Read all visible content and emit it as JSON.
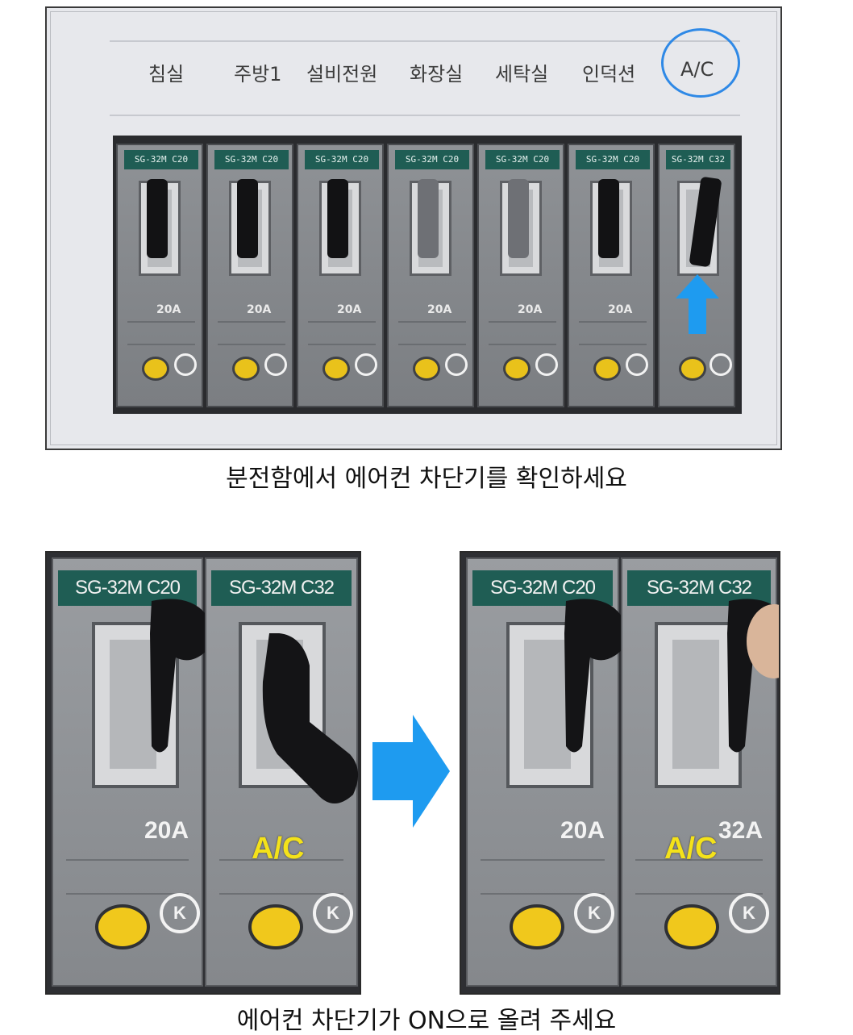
{
  "top_panel": {
    "labels": [
      "침실",
      "주방1",
      "설비전원",
      "화장실",
      "세탁실",
      "인덕션",
      "A/C"
    ],
    "breaker_rating": "20A",
    "highlight_color": "#2f89e6"
  },
  "captions": {
    "top": "분전함에서 에어컨 차단기를 확인하세요",
    "bottom": "에어컨 차단기가 ON으로 올려 주세요"
  },
  "before_photo": {
    "left_breaker": {
      "model": "SG-32M C20",
      "rating": "20A"
    },
    "right_breaker": {
      "model": "SG-32M C32",
      "rating": ""
    },
    "overlay": "A/C",
    "lever_state": "OFF"
  },
  "after_photo": {
    "left_breaker": {
      "model": "SG-32M C20",
      "rating": "20A"
    },
    "right_breaker": {
      "model": "SG-32M C32",
      "rating": "32A"
    },
    "overlay": "A/C",
    "lever_state": "ON"
  },
  "colors": {
    "arrow": "#1e9bf0",
    "overlay_text": "#f4e21a",
    "test_button": "#f0c81c"
  },
  "icons": [
    "blue-up-arrow-icon",
    "blue-right-arrow-icon",
    "ks-certification-icon"
  ]
}
